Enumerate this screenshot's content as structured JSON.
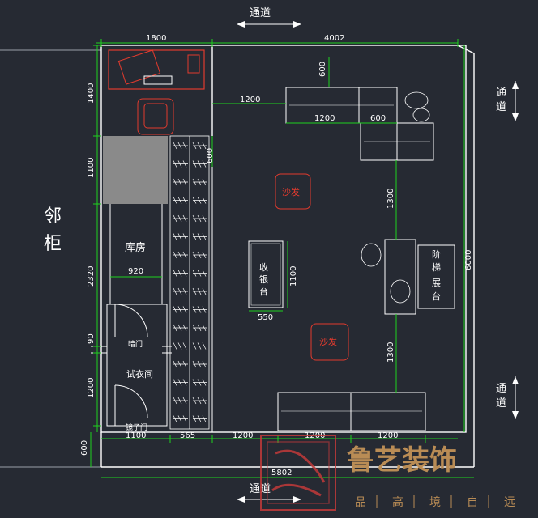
{
  "corridors": {
    "top": "通道",
    "bottom": "通道",
    "right_top": "通道",
    "right_bottom": "通道"
  },
  "neighbor": {
    "char1": "邻",
    "char2": "柜"
  },
  "rooms": {
    "storage": "库房",
    "fitting": "试衣间",
    "dark_door": "暗门",
    "mirror_door": "镜子门",
    "cashier": {
      "c1": "收",
      "c2": "银",
      "c3": "台"
    },
    "step_display": {
      "c1": "阶",
      "c2": "梯",
      "c3": "展",
      "c4": "台"
    },
    "sofa1": "沙发",
    "sofa2": "沙发"
  },
  "dims": {
    "top_left": "1800",
    "top_right": "4002",
    "left_1400": "1400",
    "left_1100": "1100",
    "left_2320": "2320",
    "left_90": "90",
    "left_1200": "1200",
    "left_600": "600",
    "w920": "920",
    "shelf_600": "600",
    "c1200a": "1200",
    "c600v": "600",
    "c1200b": "1200",
    "c600h": "600",
    "c1300a": "1300",
    "c1300b": "1300",
    "right_6000": "6000",
    "cash_1100": "1100",
    "cash_550": "550",
    "b1100": "1100",
    "b565": "565",
    "b1200a": "1200",
    "b1200b": "1200",
    "b1200c": "1200",
    "total": "5802"
  },
  "brand": {
    "name": "鲁艺装饰",
    "s1": "品",
    "s2": "高",
    "s3": "境",
    "s4": "自",
    "s5": "远"
  },
  "colors": {
    "background": "#262a33",
    "dimension": "#1fd11f",
    "wall": "#ffffff",
    "sofa": "#e23b2e",
    "brand": "#b98c55"
  }
}
